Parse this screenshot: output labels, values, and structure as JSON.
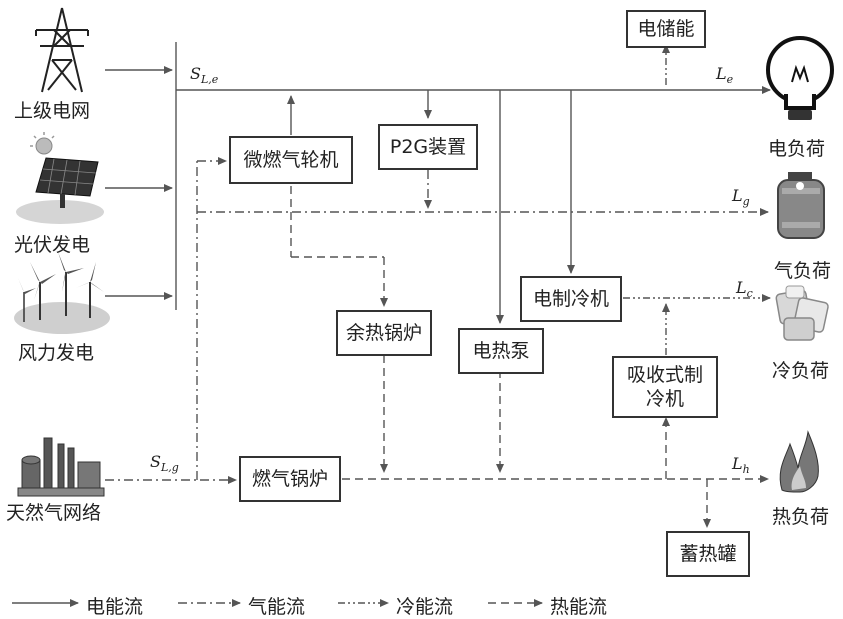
{
  "sources": {
    "grid": "上级电网",
    "pv": "光伏发电",
    "wind": "风力发电",
    "gas_net": "天然气网络"
  },
  "devices": {
    "storage": "电储能",
    "mt": "微燃气轮机",
    "p2g": "P2G装置",
    "whb": "余热锅炉",
    "ehp": "电热泵",
    "ec": "电制冷机",
    "ac_line1": "吸收式制",
    "ac_line2": "冷机",
    "gb": "燃气锅炉",
    "hst": "蓄热罐"
  },
  "loads": {
    "elec": "电负荷",
    "gas": "气负荷",
    "cold": "冷负荷",
    "heat": "热负荷"
  },
  "math": {
    "sle_main": "S",
    "sle_sub": "L,e",
    "slg_main": "S",
    "slg_sub": "L,g",
    "le_main": "L",
    "le_sub": "e",
    "lg_main": "L",
    "lg_sub": "g",
    "lc_main": "L",
    "lc_sub": "c",
    "lh_main": "L",
    "lh_sub": "h"
  },
  "legend": {
    "elec": "电能流",
    "gas": "气能流",
    "cold": "冷能流",
    "heat": "热能流"
  },
  "colors": {
    "line": "#555555",
    "box_border": "#333333"
  }
}
